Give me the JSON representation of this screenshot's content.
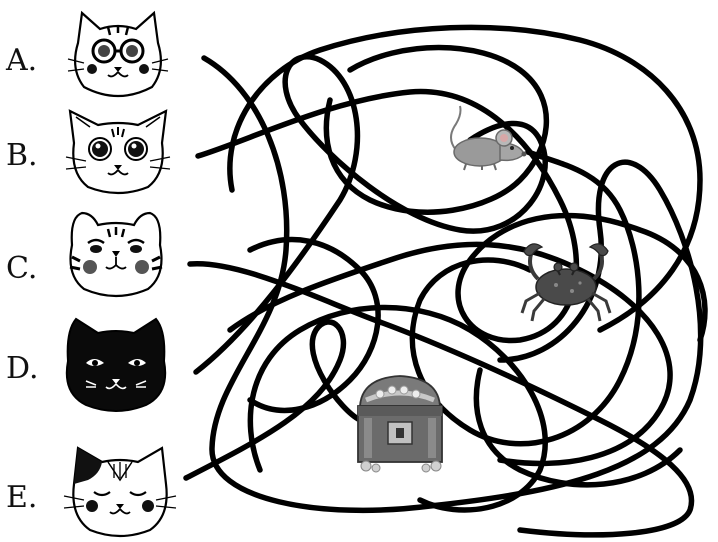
{
  "puzzle": {
    "choices": [
      {
        "letter": "A.",
        "icon": "cat-with-glasses-icon"
      },
      {
        "letter": "B.",
        "icon": "wide-eyed-cat-icon"
      },
      {
        "letter": "C.",
        "icon": "striped-cat-icon"
      },
      {
        "letter": "D.",
        "icon": "black-cat-icon"
      },
      {
        "letter": "E.",
        "icon": "sleeping-spotted-cat-icon"
      }
    ],
    "targets": [
      {
        "icon": "mouse-icon",
        "color": "#9a9a9a"
      },
      {
        "icon": "crab-icon",
        "color": "#4a4a4a"
      },
      {
        "icon": "treasure-chest-icon",
        "color": "#6b6b6b"
      }
    ],
    "colors": {
      "line": "#000000",
      "background": "#ffffff"
    }
  }
}
